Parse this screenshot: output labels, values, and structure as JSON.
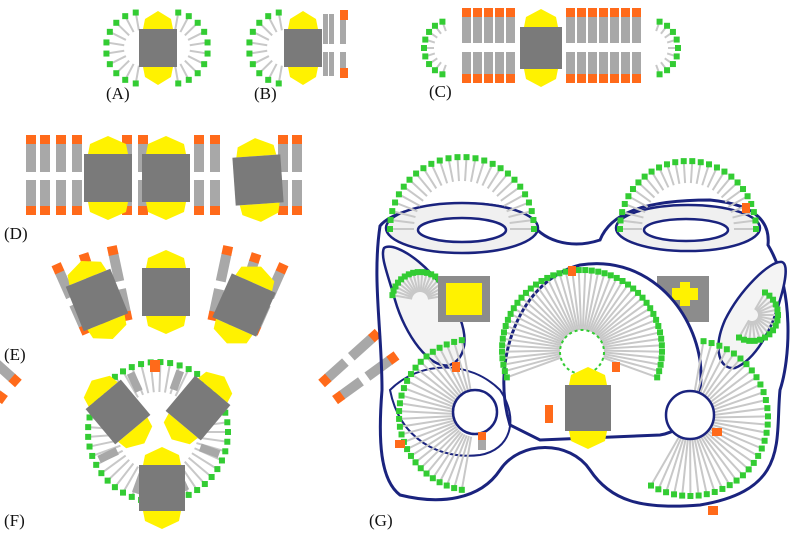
{
  "labels": {
    "a": "(A)",
    "b": "(B)",
    "c": "(C)",
    "d": "(D)",
    "e": "(E)",
    "f": "(F)",
    "g": "(G)"
  },
  "colors": {
    "core": "#7a7a7a",
    "cap": "#fff200",
    "spoke": "#c8c8c8",
    "spoke_dark": "#a8a8a8",
    "tip_orange": "#ff6a1a",
    "tip_green": "#33cc33",
    "outline": "#1a237e",
    "bg": "#ffffff"
  }
}
